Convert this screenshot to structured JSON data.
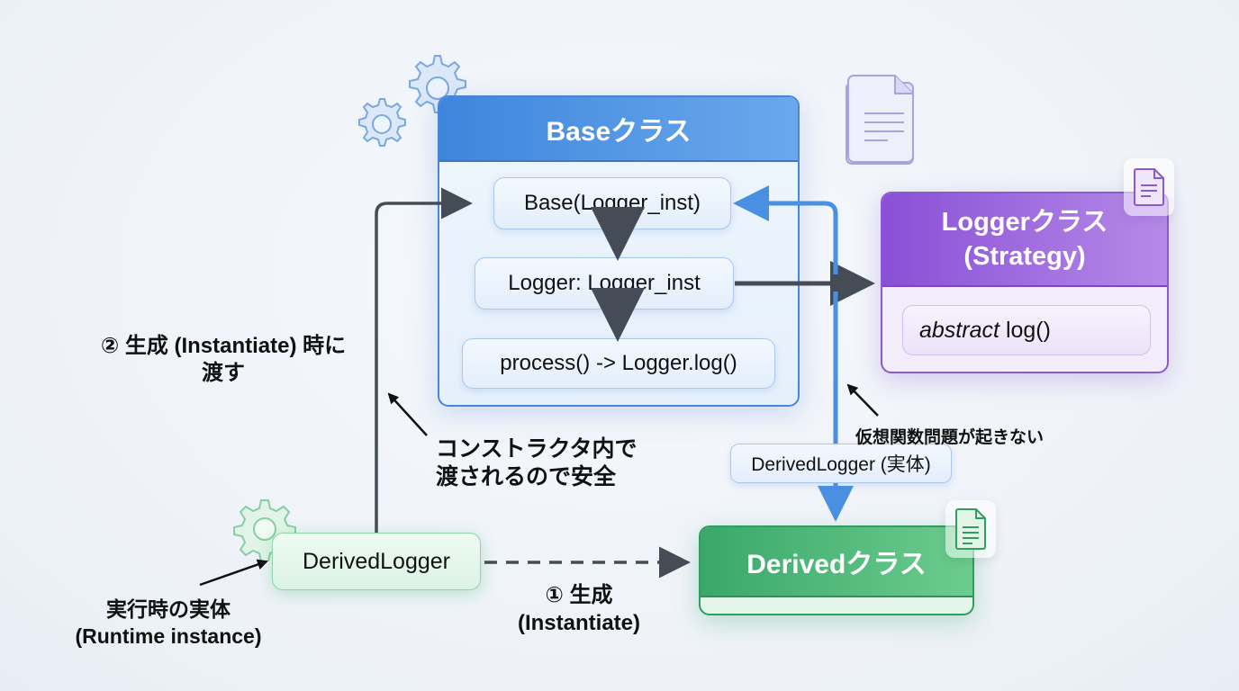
{
  "base_class": {
    "title": "Baseクラス",
    "members": [
      "Base(Logger_inst)",
      "Logger: Logger_inst",
      "process() -> Logger.log()"
    ]
  },
  "logger_class": {
    "title_line1": "Loggerクラス",
    "title_line2": "(Strategy)",
    "method_modifier": "abstract",
    "method_name": "log()"
  },
  "derived_class": {
    "title": "Derivedクラス"
  },
  "derived_logger": {
    "label": "DerivedLogger"
  },
  "edge_labels": {
    "derived_logger_entity": "DerivedLogger (実体)"
  },
  "annotations": {
    "step2_line1": "② 生成 (Instantiate) 時に",
    "step2_line2": "渡す",
    "safe_line1": "コンストラクタ内で",
    "safe_line2": "渡されるので安全",
    "virtual_fn": "仮想関数問題が起きない",
    "step1_line1": "① 生成",
    "step1_line2": "(Instantiate)",
    "runtime_line1": "実行時の実体",
    "runtime_line2": "(Runtime instance)"
  },
  "colors": {
    "base_accent": "#3e86dc",
    "logger_accent": "#8a4fd6",
    "derived_accent": "#3aa86a",
    "arrow_dark": "#454c55",
    "arrow_blue": "#4a90e2"
  }
}
